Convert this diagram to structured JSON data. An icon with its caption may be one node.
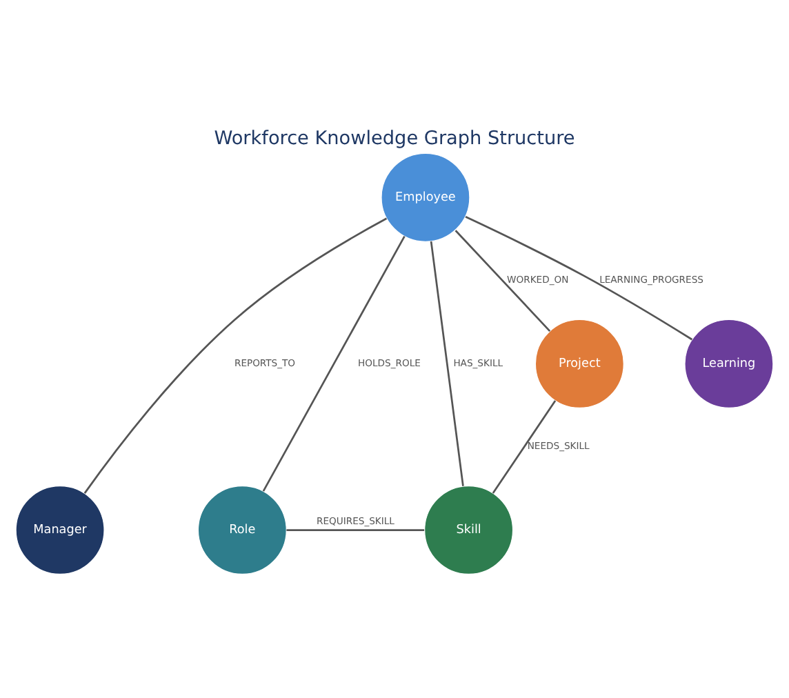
{
  "diagram": {
    "title": "Workforce Knowledge Graph Structure",
    "nodes": [
      {
        "text": [
          "Skill"
        ]
      },
      {
        "text": [
          "Manager"
        ]
      },
      {
        "text": [
          "Role"
        ]
      },
      {
        "text": [
          "Employee"
        ]
      },
      {
        "text": [
          "Project"
        ]
      },
      {
        "text": [
          "Learning"
        ]
      }
    ],
    "edges": [
      {
        "from": 2,
        "to": 0,
        "arrow": "none",
        "label": "REQUIRES_SKILL"
      },
      {
        "from": 3,
        "to": 0,
        "arrow": "none",
        "label": "HAS_SKILL"
      },
      {
        "from": 3,
        "to": 1,
        "arrow": "none",
        "label": "REPORTS_TO"
      },
      {
        "from": 3,
        "to": 2,
        "arrow": "none",
        "label": "HOLDS_ROLE"
      },
      {
        "from": 4,
        "to": 0,
        "arrow": "none",
        "label": "NEEDS_SKILL"
      },
      {
        "from": 3,
        "to": 4,
        "arrow": "none",
        "label": "WORKED_ON"
      },
      {
        "from": 3,
        "to": 5,
        "arrow": "none",
        "label": "LEARNING_PROGRESS"
      }
    ]
  }
}
